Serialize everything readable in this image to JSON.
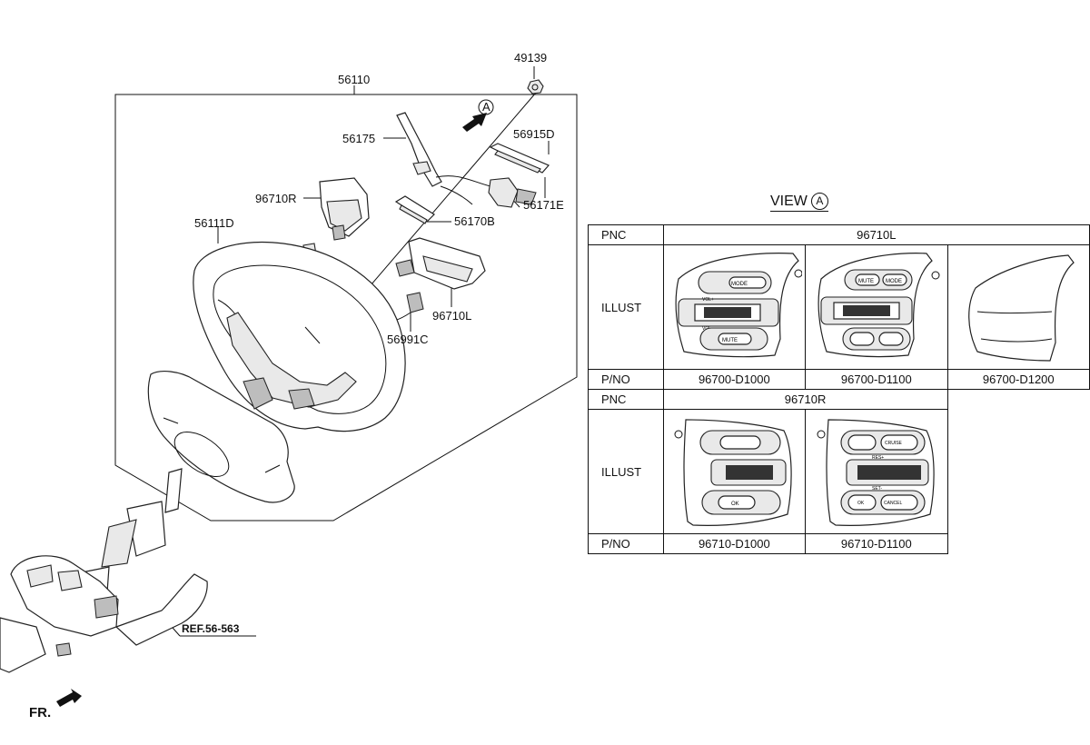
{
  "callouts": {
    "p56110": "56110",
    "p49139": "49139",
    "p56175": "56175",
    "p56915D": "56915D",
    "p96710R": "96710R",
    "p56171E": "56171E",
    "p56170B": "56170B",
    "p56111D": "56111D",
    "p96710L": "96710L",
    "p56991C": "56991C",
    "ref": "REF.56-563",
    "view_a_marker": "A"
  },
  "fr_label": "FR.",
  "view": {
    "label": "VIEW",
    "marker": "A"
  },
  "table": {
    "left_group": {
      "pnc_label": "PNC",
      "pnc_value": "96710L",
      "illust_label": "ILLUST",
      "pno_label": "P/NO",
      "part_numbers": [
        "96700-D1000",
        "96700-D1100",
        "96700-D1200"
      ]
    },
    "right_group": {
      "pnc_label": "PNC",
      "pnc_value": "96710R",
      "illust_label": "ILLUST",
      "pno_label": "P/NO",
      "part_numbers": [
        "96710-D1000",
        "96710-D1100"
      ]
    },
    "switch_text": {
      "mode": "MODE",
      "mute": "MUTE",
      "vol_plus": "VOL+",
      "vol_minus": "VOL-",
      "ok": "OK",
      "cruise": "CRUISE",
      "cancel": "CANCEL",
      "res": "RES+",
      "set": "SET-"
    }
  }
}
